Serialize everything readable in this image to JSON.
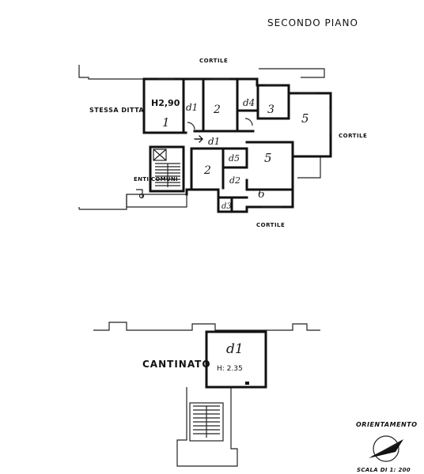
{
  "title": "SECONDO PIANO",
  "labels": {
    "cortile_top": "CORTILE",
    "cortile_right": "CORTILE",
    "cortile_bottom": "CORTILE",
    "stessa_ditta": "STESSA DITTA",
    "enti_comuni": "ENTI COMUNI",
    "height_upper": "H2,90",
    "cantinato": "CANTINATO",
    "height_cellar": "H: 2.35",
    "orientamento": "ORIENTAMENTO",
    "scala": "SCALA DI 1: 200"
  },
  "rooms": {
    "r1": "1",
    "r_d1": "d1",
    "r2": "2",
    "r_d4": "d4",
    "r3": "3",
    "r5_right": "5",
    "r_d1b": "d1",
    "r2b": "2",
    "r_d5": "d5",
    "r5_mid": "5",
    "r_d2": "d2",
    "r6": "6",
    "r_d3": "d3",
    "r_cellar": "d1"
  },
  "icons": {
    "compass": "orientation-compass-icon",
    "stair": "stair-icon",
    "elevator": "elevator-icon"
  }
}
